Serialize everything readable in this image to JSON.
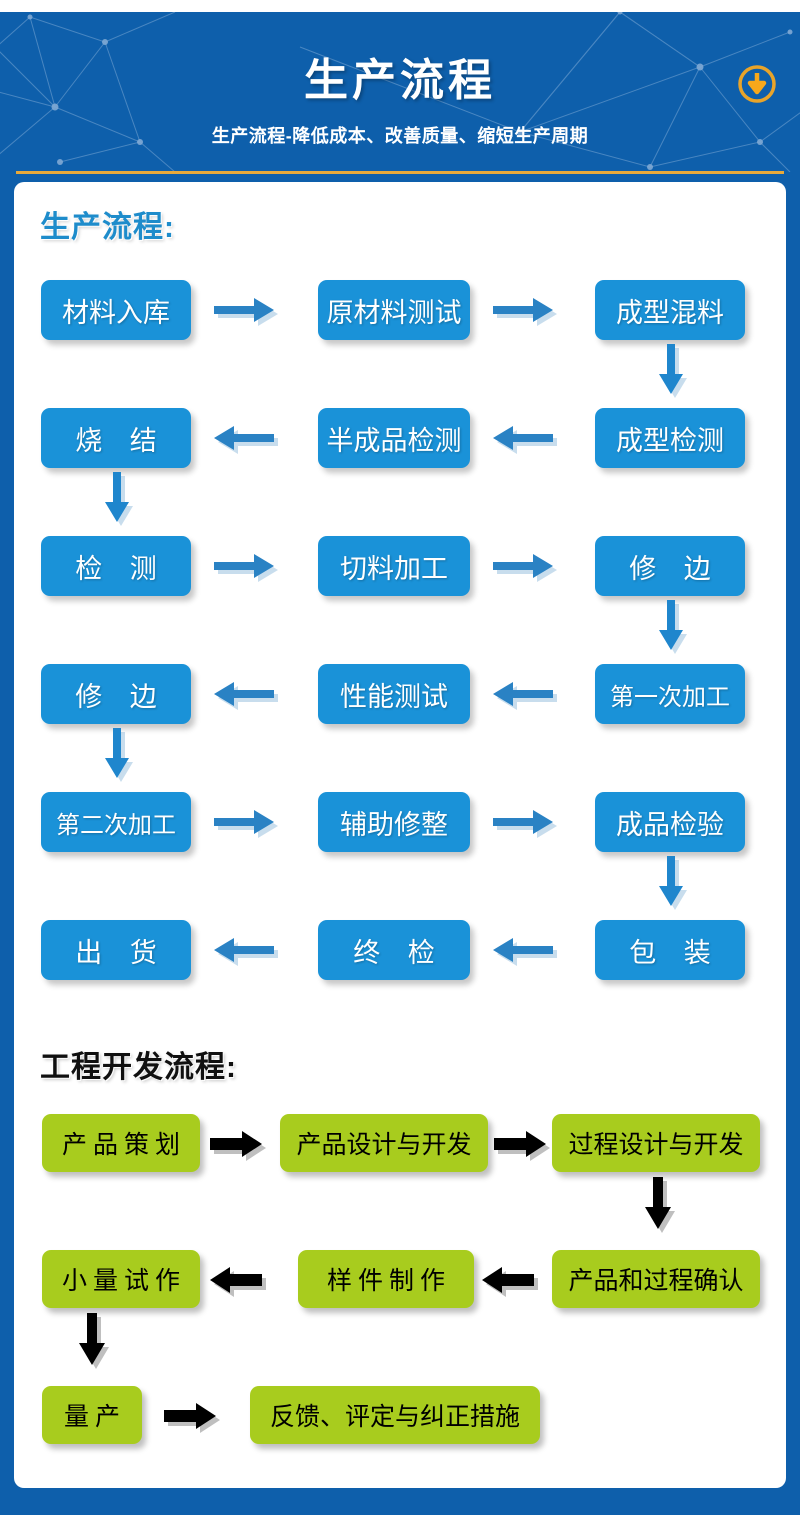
{
  "header": {
    "title": "生产流程",
    "subtitle": "生产流程-降低成本、改善质量、缩短生产周期",
    "download_icon": "download-arrow-icon",
    "accent_color": "#0e5fab",
    "rule_color": "#e8a93a",
    "icon_color": "#f5a623"
  },
  "sections": [
    {
      "id": "production",
      "heading": "生产流程:",
      "heading_color": "#1e8ccb",
      "node_color": "#1a92d8",
      "node_text_color": "#ffffff",
      "arrow_color": "#2a82c4",
      "rows": [
        {
          "direction": "right",
          "nodes": [
            "材料入库",
            "原材料测试",
            "成型混料"
          ]
        },
        {
          "direction": "left",
          "nodes": [
            "烧 结",
            "半成品检测",
            "成型检测"
          ]
        },
        {
          "direction": "right",
          "nodes": [
            "检 测",
            "切料加工",
            "修 边"
          ]
        },
        {
          "direction": "left",
          "nodes": [
            "修 边",
            "性能测试",
            "第一次加工"
          ]
        },
        {
          "direction": "right",
          "nodes": [
            "第二次加工",
            "辅助修整",
            "成品检验"
          ]
        },
        {
          "direction": "left",
          "nodes": [
            "出 货",
            "终 检",
            "包 装"
          ]
        }
      ]
    },
    {
      "id": "engineering",
      "heading": "工程开发流程:",
      "heading_color": "#101010",
      "node_color": "#a8cc1e",
      "node_text_color": "#000000",
      "arrow_color": "#000000",
      "rows": [
        {
          "direction": "right",
          "nodes": [
            "产品策划",
            "产品设计与开发",
            "过程设计与开发"
          ]
        },
        {
          "direction": "left",
          "nodes": [
            "小量试作",
            "样件制作",
            "产品和过程确认"
          ]
        },
        {
          "direction": "right",
          "nodes": [
            "量产",
            "反馈、评定与纠正措施"
          ]
        }
      ]
    }
  ]
}
